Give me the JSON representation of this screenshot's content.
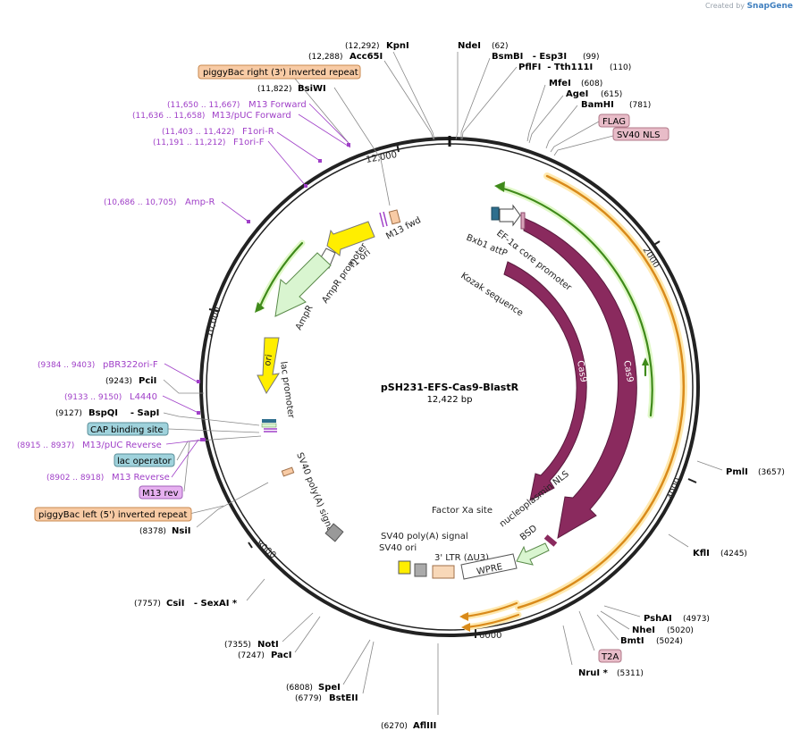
{
  "credit": {
    "prefix": "Created by",
    "brand": "SnapGene"
  },
  "title": {
    "name": "pSH231-EFS-Cas9-BlastR",
    "size": "12,422 bp"
  },
  "scale_ticks": [
    "2000",
    "4000",
    "6000",
    "8000",
    "10,000",
    "12,000"
  ],
  "colors": {
    "cas9": "#8a2a5e",
    "promoter": "#d9f5d0",
    "origin": "#ffee00",
    "orange": "#e8a23a",
    "green": "#4a8a22",
    "misc": "#aaaaaa",
    "primer": "#a040c8",
    "enzyme": "#000000"
  },
  "enzymes": [
    {
      "pos": "(62)",
      "name": "NdeI"
    },
    {
      "pos": "(99)",
      "name": "BsmBI   - Esp3I"
    },
    {
      "pos": "(110)",
      "name": "PflFI  - Tth111I"
    },
    {
      "pos": "(608)",
      "name": "MfeI"
    },
    {
      "pos": "(615)",
      "name": "AgeI"
    },
    {
      "pos": "(781)",
      "name": "BamHI"
    },
    {
      "pos": "(3657)",
      "name": "PmlI"
    },
    {
      "pos": "(4245)",
      "name": "KflI"
    },
    {
      "pos": "(4973)",
      "name": "PshAI"
    },
    {
      "pos": "(5020)",
      "name": "NheI"
    },
    {
      "pos": "(5024)",
      "name": "BmtI"
    },
    {
      "pos": "(5311)",
      "name": "NruI *"
    },
    {
      "pos": "(6270)",
      "name": "AflIII"
    },
    {
      "pos": "(6779)",
      "name": "BstEII"
    },
    {
      "pos": "(6808)",
      "name": "SpeI"
    },
    {
      "pos": "(7247)",
      "name": "PacI"
    },
    {
      "pos": "(7355)",
      "name": "NotI"
    },
    {
      "pos": "(7757)",
      "name": "CsiI   - SexAI *"
    },
    {
      "pos": "(8378)",
      "name": "NsiI"
    },
    {
      "pos": "(9127)",
      "name": "BspQI    - SapI"
    },
    {
      "pos": "(9243)",
      "name": "PciI"
    },
    {
      "pos": "(11,822)",
      "name": "BsiWI"
    },
    {
      "pos": "(12,288)",
      "name": "Acc65I"
    },
    {
      "pos": "(12,292)",
      "name": "KpnI"
    }
  ],
  "primers": [
    {
      "range": "(11,650 .. 11,667)",
      "name": "M13 Forward"
    },
    {
      "range": "(11,636 .. 11,658)",
      "name": "M13/pUC Forward"
    },
    {
      "range": "(11,403 .. 11,422)",
      "name": "F1ori-R"
    },
    {
      "range": "(11,191 .. 11,212)",
      "name": "F1ori-F"
    },
    {
      "range": "(10,686 .. 10,705)",
      "name": "Amp-R"
    },
    {
      "range": "(9384 .. 9403)",
      "name": "pBR322ori-F"
    },
    {
      "range": "(9133 .. 9150)",
      "name": "L4440"
    },
    {
      "range": "(8915 .. 8937)",
      "name": "M13/pUC Reverse"
    },
    {
      "range": "(8902 .. 8918)",
      "name": "M13 Reverse"
    }
  ],
  "boxed_labels": [
    {
      "text": "piggyBac right (3') inverted repeat",
      "fill": "#f8cba5",
      "stroke": "#c8884f"
    },
    {
      "text": "FLAG",
      "fill": "#e8bcc8",
      "stroke": "#b07888"
    },
    {
      "text": "SV40 NLS",
      "fill": "#e8bcc8",
      "stroke": "#b07888"
    },
    {
      "text": "CAP binding site",
      "fill": "#9fd2dc",
      "stroke": "#5a8e98"
    },
    {
      "text": "lac operator",
      "fill": "#9fd2dc",
      "stroke": "#5a8e98"
    },
    {
      "text": "M13 rev",
      "fill": "#e6b0f0",
      "stroke": "#a060b8"
    },
    {
      "text": "piggyBac left (5') inverted repeat",
      "fill": "#f8cba5",
      "stroke": "#c8884f"
    },
    {
      "text": "T2A",
      "fill": "#e8bcc8",
      "stroke": "#b07888"
    }
  ],
  "features": {
    "m13_fwd": "M13 fwd",
    "f1_ori": "f1 ori",
    "ampr_promoter": "AmpR promoter",
    "ampr": "AmpR",
    "ori": "ori",
    "lac_promoter": "lac promoter",
    "sv40_polya_left": "SV40 poly(A) signal",
    "sv40_polya_bottom": "SV40 poly(A) signal",
    "sv40_ori": "SV40 ori",
    "ltr": "3' LTR (ΔU3)",
    "wpre": "WPRE",
    "factor_xa": "Factor Xa site",
    "nucleoplasmin": "nucleoplasmin NLS",
    "bsd": "BSD",
    "cas9_inner": "Cas9",
    "cas9_outer": "Cas9",
    "kozak": "Kozak sequence",
    "bxb1": "Bxb1 attP",
    "ef1a": "EF-1α core promoter"
  }
}
